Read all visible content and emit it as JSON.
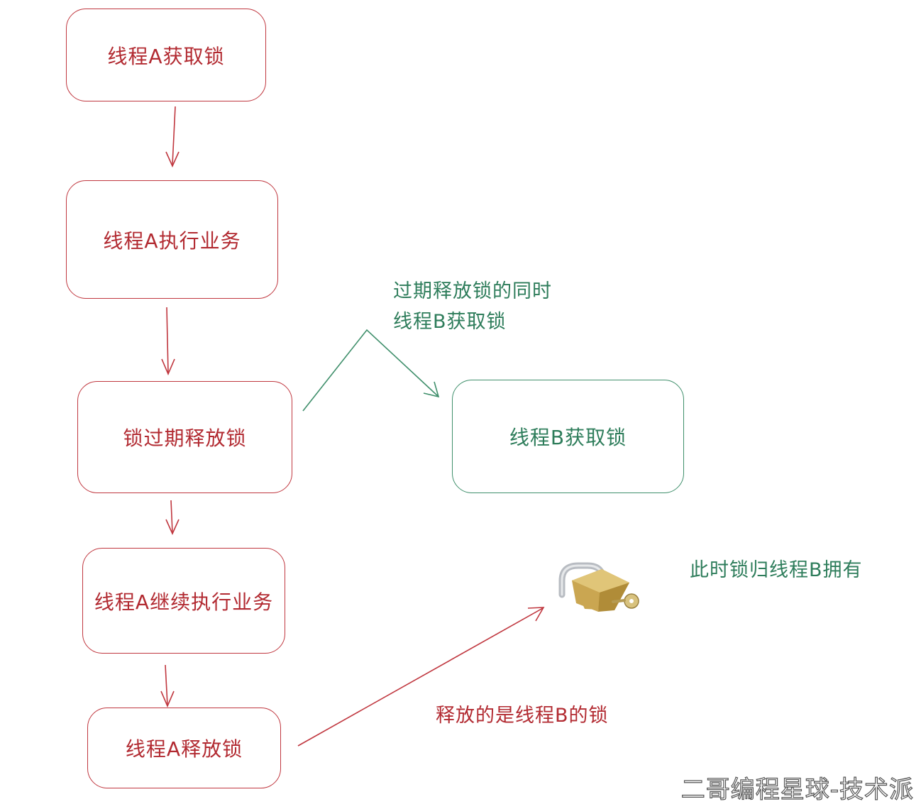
{
  "nodes": {
    "a_acquire": "线程A获取锁",
    "a_execute": "线程A执行业务",
    "lock_expire": "锁过期释放锁",
    "a_continue": "线程A继续执行业务",
    "a_release": "线程A释放锁",
    "b_acquire": "线程B获取锁"
  },
  "annotations": {
    "expire_line1": "过期释放锁的同时",
    "expire_line2": "线程B获取锁",
    "owner": "此时锁归线程B拥有",
    "wrong_release": "释放的是线程B的锁"
  },
  "watermark": "二哥编程星球-技术派",
  "colors": {
    "red": "#b22a31",
    "green": "#2e7d5b",
    "lock_body": "#c9a64e"
  },
  "icons": [
    "padlock-with-key-icon"
  ]
}
